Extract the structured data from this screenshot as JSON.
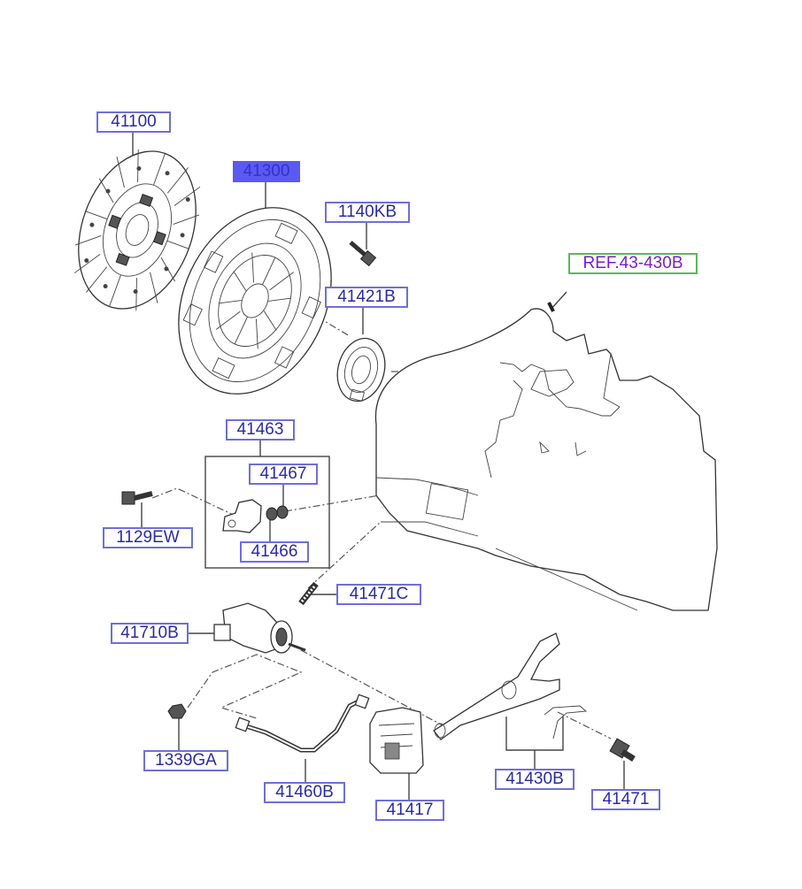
{
  "diagram": {
    "title": "Clutch & release fork assembly parts diagram",
    "reference": {
      "label": "REF.43-430B",
      "color": "#7a1ec8",
      "border_color": "#5fb55f"
    },
    "label_colors": {
      "text": "#2a2aa8",
      "border": "#6f6fd8",
      "selected_fill": "#5a5af2"
    },
    "selected_part": "41300",
    "parts": [
      {
        "id": "41100",
        "label": "41100",
        "component": "clutch disc"
      },
      {
        "id": "41300",
        "label": "41300",
        "component": "clutch cover (pressure plate)",
        "selected": true
      },
      {
        "id": "1140KB",
        "label": "1140KB",
        "component": "bolt"
      },
      {
        "id": "41421B",
        "label": "41421B",
        "component": "release bearing"
      },
      {
        "id": "41463",
        "label": "41463",
        "component": "bracket kit"
      },
      {
        "id": "41467",
        "label": "41467",
        "component": "bushing"
      },
      {
        "id": "41466",
        "label": "41466",
        "component": "bushing"
      },
      {
        "id": "1129EW",
        "label": "1129EW",
        "component": "bolt"
      },
      {
        "id": "41471C",
        "label": "41471C",
        "component": "bleeder screw"
      },
      {
        "id": "41710B",
        "label": "41710B",
        "component": "release cylinder"
      },
      {
        "id": "1339GA",
        "label": "1339GA",
        "component": "nut"
      },
      {
        "id": "41460B",
        "label": "41460B",
        "component": "hose/tube"
      },
      {
        "id": "41417",
        "label": "41417",
        "component": "boot"
      },
      {
        "id": "41430B",
        "label": "41430B",
        "component": "release fork"
      },
      {
        "id": "41471",
        "label": "41471",
        "component": "pivot ball"
      }
    ]
  }
}
